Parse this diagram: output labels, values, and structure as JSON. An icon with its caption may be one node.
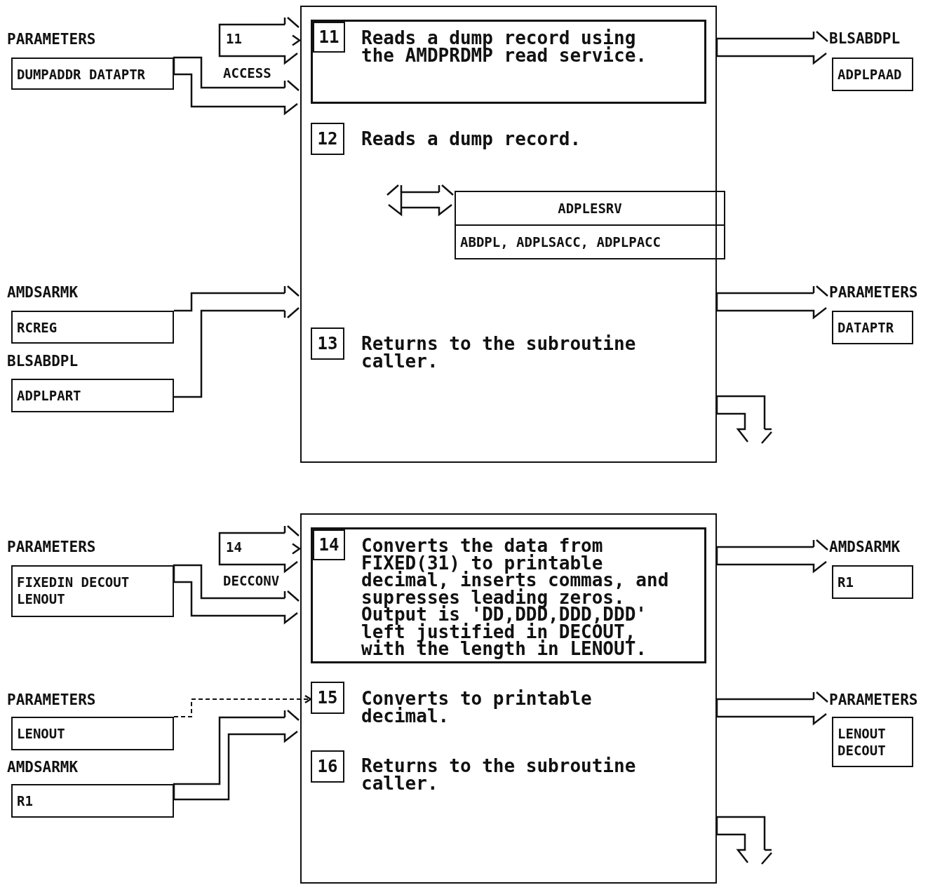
{
  "diagram": {
    "nodes": [
      {
        "text": [],
        "shape": "box"
      },
      {
        "text": [
          "Reads a dump record using the AMDPRDMP read service."
        ],
        "in": 0
      },
      {
        "text": [
          "11"
        ],
        "in": 1
      },
      {
        "text": [
          "12"
        ],
        "in": 0,
        "beside": [
          "Reads a dump record."
        ]
      },
      {
        "text": [
          "ADPLESRV",
          "ABDPL, ADPLSACC, ADPLPACC"
        ],
        "in": 0
      },
      {
        "text": [
          "13"
        ],
        "in": 0,
        "beside": [
          "Returns to the subroutine caller."
        ]
      },
      {
        "text": [
          "PARAMETERS",
          "DUMPADDR DATAPTR"
        ]
      },
      {
        "text": [
          "AMDSARMK",
          "RCREG"
        ]
      },
      {
        "text": [
          "BLSABDPL",
          "ADPLPART"
        ]
      },
      {
        "text": [
          "BLSABDPL",
          "ADPLPAAD"
        ]
      },
      {
        "text": [
          "PARAMETERS",
          "DATAPTR"
        ]
      },
      {
        "text": [],
        "shape": "box"
      },
      {
        "text": [
          "Converts the data from FIXED(31) to printable decimal, inserts commas, and supresses leading zeros. Output is 'DD,DDD,DDD,DDD' left justified in DECOUT, with the length in LENOUT."
        ],
        "in": 11
      },
      {
        "text": [
          "14"
        ],
        "in": 12
      },
      {
        "text": [
          "15"
        ],
        "in": 11,
        "beside": [
          "Converts to printable decimal."
        ]
      },
      {
        "text": [
          "16"
        ],
        "in": 11,
        "beside": [
          "Returns to the subroutine caller."
        ]
      },
      {
        "text": [
          "PARAMETERS",
          "FIXEDIN DECOUT LENOUT"
        ]
      },
      {
        "text": [
          "PARAMETERS",
          "LENOUT"
        ]
      },
      {
        "text": [
          "AMDSARMK",
          "R1"
        ]
      },
      {
        "text": [
          "AMDSARMK",
          "R1"
        ]
      },
      {
        "text": [
          "PARAMETERS",
          "LENOUT DECOUT"
        ]
      }
    ],
    "edges": [
      {
        "from": null,
        "to": 0,
        "arrow": "to",
        "label": "11"
      },
      {
        "from": 6,
        "to": 0,
        "arrow": "to"
      },
      {
        "from": null,
        "to": 4,
        "arrow": "both"
      },
      {
        "from": 7,
        "to": 0,
        "arrow": "to"
      },
      {
        "from": 8,
        "to": 0,
        "arrow": "to"
      },
      {
        "from": 0,
        "to": 9,
        "arrow": "to"
      },
      {
        "from": 0,
        "to": 10,
        "arrow": "to"
      },
      {
        "from": 0,
        "to": null,
        "arrow": "to"
      },
      {
        "from": null,
        "to": 11,
        "arrow": "to",
        "label": "14"
      },
      {
        "from": 16,
        "to": 11,
        "arrow": "to"
      },
      {
        "from": 17,
        "to": 14,
        "arrow": "to",
        "style": "dashed"
      },
      {
        "from": 18,
        "to": 11,
        "arrow": "to"
      },
      {
        "from": 11,
        "to": 19,
        "arrow": "to"
      },
      {
        "from": 11,
        "to": 20,
        "arrow": "to"
      },
      {
        "from": 11,
        "to": null,
        "arrow": "to"
      }
    ],
    "labels": [
      "ACCESS",
      "DECCONV"
    ]
  }
}
